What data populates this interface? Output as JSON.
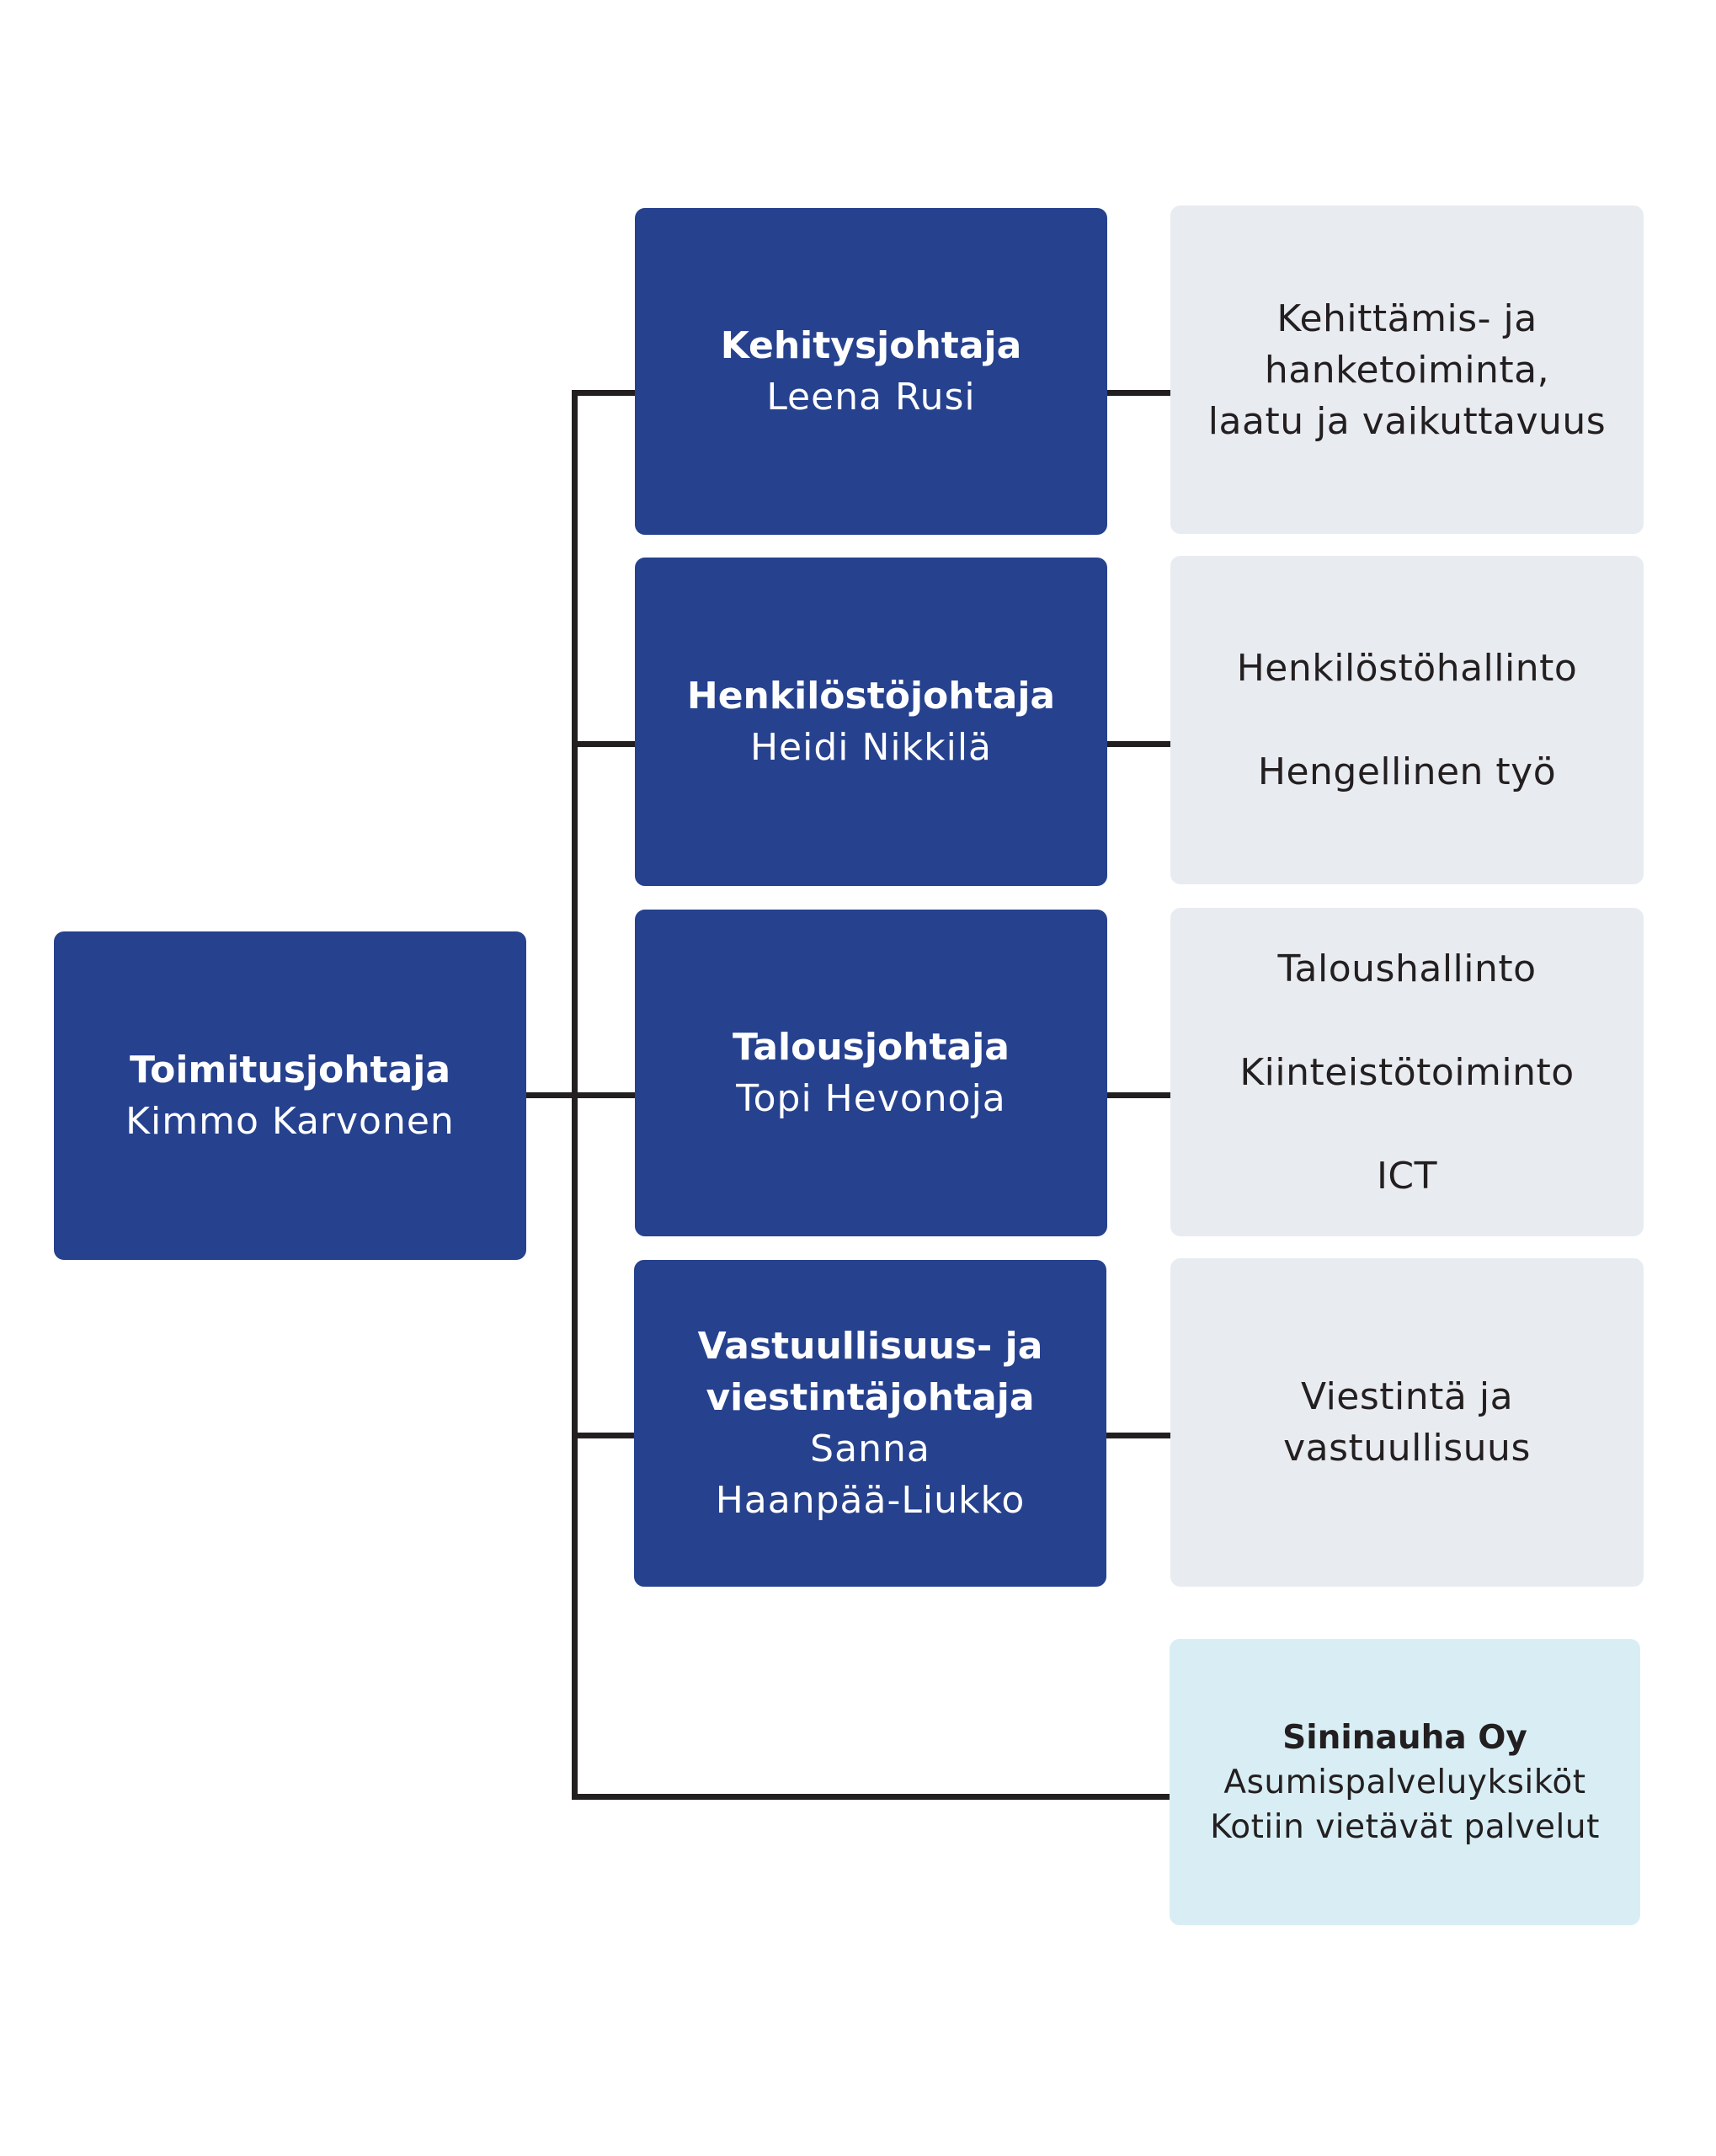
{
  "ceo": {
    "title": "Toimitusjohtaja",
    "name": "Kimmo Karvonen"
  },
  "directors": [
    {
      "title_lines": [
        "Kehitysjohtaja"
      ],
      "name_lines": [
        "Leena Rusi"
      ],
      "units": [
        [
          "Kehittämis- ja",
          "hanketoiminta,",
          "laatu ja vaikuttavuus"
        ]
      ]
    },
    {
      "title_lines": [
        "Henkilöstöjohtaja"
      ],
      "name_lines": [
        "Heidi Nikkilä"
      ],
      "units": [
        [
          "Henkilöstöhallinto"
        ],
        [
          "Hengellinen työ"
        ]
      ]
    },
    {
      "title_lines": [
        "Talousjohtaja"
      ],
      "name_lines": [
        "Topi Hevonoja"
      ],
      "units": [
        [
          "Taloushallinto"
        ],
        [
          "Kiinteistötoiminto"
        ],
        [
          "ICT"
        ]
      ]
    },
    {
      "title_lines": [
        "Vastuullisuus- ja",
        "viestintäjohtaja"
      ],
      "name_lines": [
        "Sanna",
        "Haanpää-Liukko"
      ],
      "units": [
        [
          "Viestintä ja",
          "vastuullisuus"
        ]
      ]
    }
  ],
  "subsidiary": {
    "title": "Sininauha Oy",
    "lines": [
      "Asumispalveluyksiköt",
      "Kotiin vietävät palvelut"
    ]
  },
  "colors": {
    "director_box": "#26418e",
    "unit_box": "#e8ebf0",
    "subsidiary_box": "#d8eef4",
    "connector": "#231f20"
  }
}
